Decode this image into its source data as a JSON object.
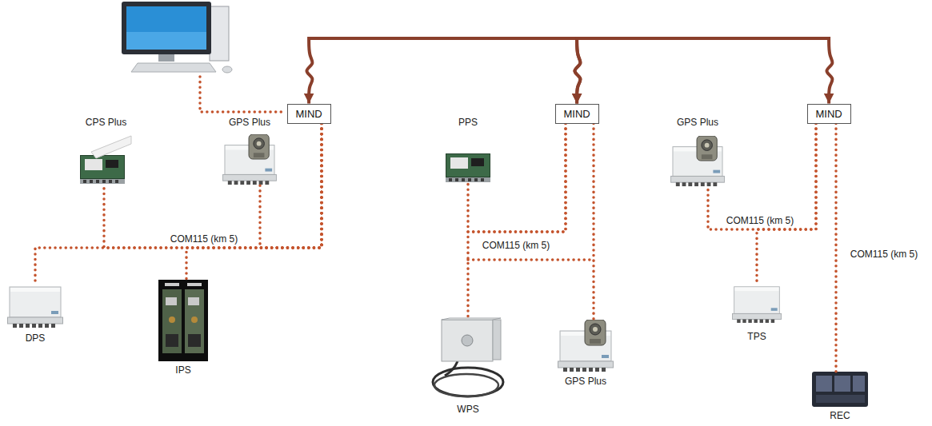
{
  "diagram": {
    "nodes": [
      {
        "text": [
          "MIND"
        ]
      },
      {
        "text": [
          "MIND"
        ]
      },
      {
        "text": [
          "MIND"
        ]
      },
      {
        "text": [
          "CPS Plus"
        ]
      },
      {
        "text": [
          "GPS Plus"
        ]
      },
      {
        "text": [
          "PPS"
        ]
      },
      {
        "text": [
          "GPS Plus"
        ]
      },
      {
        "text": [
          "DPS"
        ]
      },
      {
        "text": [
          "IPS"
        ]
      },
      {
        "text": [
          "TPS"
        ]
      },
      {
        "text": [
          "WPS"
        ]
      },
      {
        "text": [
          "GPS Plus"
        ]
      },
      {
        "text": [
          "REC"
        ]
      }
    ],
    "edges": [
      {
        "from": 0,
        "to": 1,
        "arrow": "both"
      },
      {
        "from": 1,
        "to": 2,
        "arrow": "both"
      },
      {
        "from": 0,
        "to": 3,
        "arrow": "none"
      },
      {
        "from": 0,
        "to": 4,
        "arrow": "none"
      },
      {
        "from": 0,
        "to": 7,
        "arrow": "none"
      },
      {
        "from": 0,
        "to": 8,
        "arrow": "none"
      },
      {
        "from": 1,
        "to": 5,
        "arrow": "none"
      },
      {
        "from": 1,
        "to": 10,
        "arrow": "none"
      },
      {
        "from": 1,
        "to": 11,
        "arrow": "none"
      },
      {
        "from": 2,
        "to": 6,
        "arrow": "none"
      },
      {
        "from": 2,
        "to": 9,
        "arrow": "none"
      },
      {
        "from": 2,
        "to": 12,
        "arrow": "none"
      }
    ],
    "labels": [
      "COM115 (km 5)",
      "COM115 (km 5)",
      "COM115 (km 5)",
      "COM115 (km 5)"
    ]
  }
}
